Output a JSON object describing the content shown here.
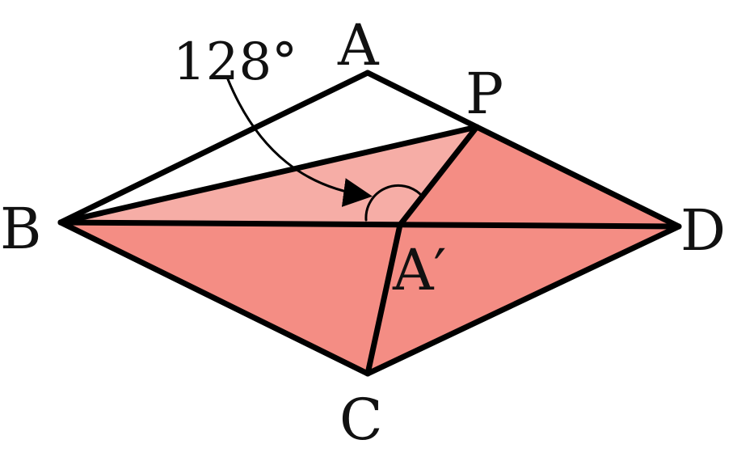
{
  "colors": {
    "fill_dark": "#F48D84",
    "fill_light": "#F6ADA6",
    "stroke": "#000000",
    "background": "#FFFFFF"
  },
  "labels": {
    "A": "A",
    "P": "P",
    "B": "B",
    "D": "D",
    "A_prime": "A′",
    "C": "C"
  },
  "angle": {
    "value": "128°"
  }
}
